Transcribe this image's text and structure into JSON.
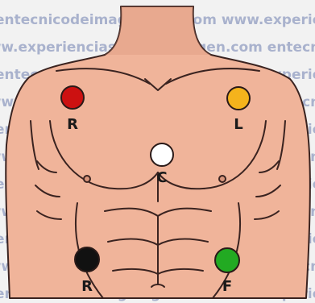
{
  "watermark": {
    "lines": [
      "entecnicodeimagemgen.com  www.experienciasdeimagem",
      "www.experienciasdeimagemgen.com  entecnicodeimagem",
      "entecnicodeimagemgen.com  www.experienciasdeimagem",
      "www.experienciasdeimagemgen.com  entecnicodeimagem",
      "entecnicodeimagemgen.com  www.experienciasdeimagem",
      "www.experienciasdeimagemgen.com  entecnicodeimagem",
      "entecnicodeimagemgen.com  www.experienciasdeimagem",
      "www.experienciasdeimagemgen.com  entecnicodeimagem",
      "entecnicodeimagemgen.com  www.experienciasdeimagem",
      "www.experienciasdeimagemgen.com  entecnicodeimagem",
      "entecnicodeimagemgen.com  www.experienciasdeimagem"
    ],
    "color": "#6f7fb0"
  },
  "colors": {
    "skin": "#f0b49a",
    "skin_shadow": "#d9967c",
    "outline": "#3a2320"
  },
  "electrodes": [
    {
      "id": "right-arm",
      "label": "R",
      "color": "#cc1111"
    },
    {
      "id": "left-arm",
      "label": "L",
      "color": "#f5b31c"
    },
    {
      "id": "chest",
      "label": "C",
      "color": "#ffffff"
    },
    {
      "id": "right-leg",
      "label": "R",
      "color": "#111111"
    },
    {
      "id": "left-leg",
      "label": "F",
      "color": "#22aa22"
    }
  ]
}
